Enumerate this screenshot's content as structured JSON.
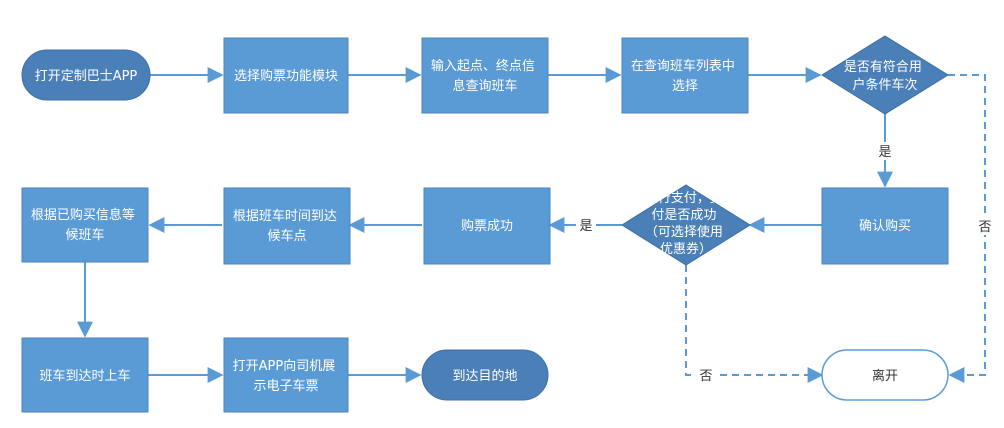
{
  "colors": {
    "box_fill": "#5b9bd5",
    "box_stroke": "#4a86be",
    "start_fill": "#4b7fb8",
    "end_fill": "#ffffff",
    "line": "#5b9bd5",
    "text_light": "#ffffff",
    "text_dark": "#333333"
  },
  "nodes": {
    "start": {
      "lines": [
        "打开定制巴士APP"
      ]
    },
    "select_ticket_module": {
      "lines": [
        "选择购票功能模块"
      ]
    },
    "input_points": {
      "lines": [
        "输入起点、终点信",
        "息查询班车"
      ]
    },
    "select_in_list": {
      "lines": [
        "在查询班车列表中",
        "选择"
      ]
    },
    "has_matching_bus": {
      "lines": [
        "是否有符合用",
        "户条件车次"
      ]
    },
    "confirm_purchase": {
      "lines": [
        "确认购买"
      ]
    },
    "payment_success": {
      "lines": [
        "进行支付，支",
        "付是否成功",
        "（可选择使用",
        "优惠券）"
      ]
    },
    "ticket_success": {
      "lines": [
        "购票成功"
      ]
    },
    "arrive_waiting_point": {
      "lines": [
        "根据班车时间到达",
        "候车点"
      ]
    },
    "wait_by_info": {
      "lines": [
        "根据已购买信息等",
        "候班车"
      ]
    },
    "board_bus": {
      "lines": [
        "班车到达时上车"
      ]
    },
    "show_ticket": {
      "lines": [
        "打开APP向司机展",
        "示电子车票"
      ]
    },
    "end_destination": {
      "lines": [
        "到达目的地"
      ]
    },
    "leave": {
      "lines": [
        "离开"
      ]
    }
  },
  "edge_labels": {
    "yes_down": "是",
    "no_right": "否",
    "yes_left": "是",
    "no_down": "否"
  }
}
